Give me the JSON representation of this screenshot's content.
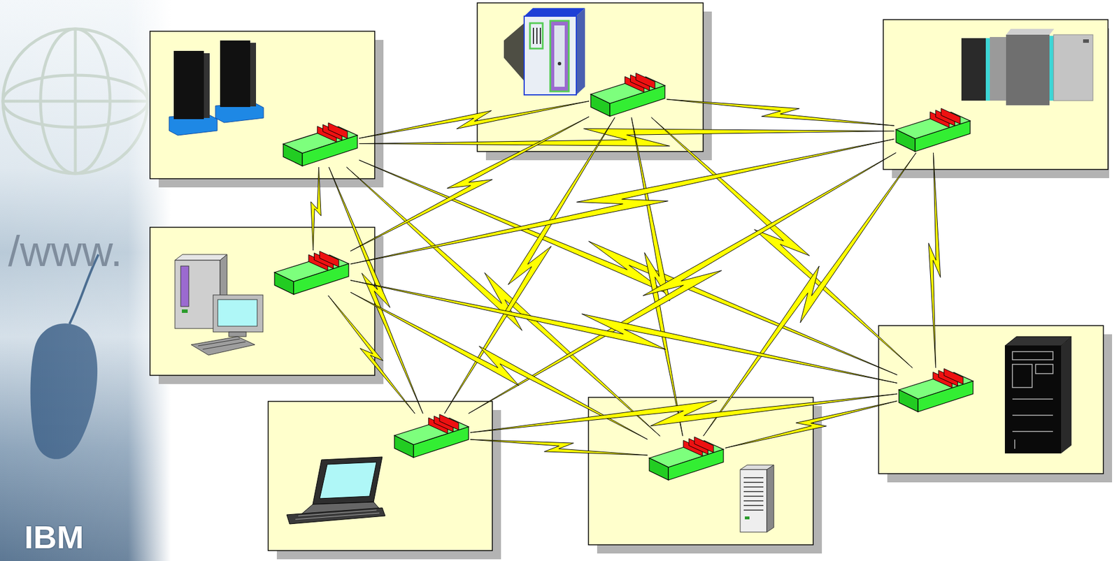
{
  "diagram": {
    "nodes": [
      {
        "text": []
      },
      {
        "text": []
      },
      {
        "text": []
      },
      {
        "text": []
      },
      {
        "text": []
      },
      {
        "text": []
      },
      {
        "text": []
      }
    ],
    "edges": [
      {
        "from": 0,
        "to": 1,
        "arrow": "none"
      },
      {
        "from": 0,
        "to": 2,
        "arrow": "none"
      },
      {
        "from": 0,
        "to": 3,
        "arrow": "none"
      },
      {
        "from": 0,
        "to": 4,
        "arrow": "none"
      },
      {
        "from": 0,
        "to": 5,
        "arrow": "none"
      },
      {
        "from": 0,
        "to": 6,
        "arrow": "none"
      },
      {
        "from": 1,
        "to": 2,
        "arrow": "none"
      },
      {
        "from": 1,
        "to": 3,
        "arrow": "none"
      },
      {
        "from": 1,
        "to": 4,
        "arrow": "none"
      },
      {
        "from": 1,
        "to": 5,
        "arrow": "none"
      },
      {
        "from": 1,
        "to": 6,
        "arrow": "none"
      },
      {
        "from": 2,
        "to": 3,
        "arrow": "none"
      },
      {
        "from": 2,
        "to": 4,
        "arrow": "none"
      },
      {
        "from": 2,
        "to": 5,
        "arrow": "none"
      },
      {
        "from": 2,
        "to": 6,
        "arrow": "none"
      },
      {
        "from": 3,
        "to": 4,
        "arrow": "none"
      },
      {
        "from": 3,
        "to": 5,
        "arrow": "none"
      },
      {
        "from": 3,
        "to": 6,
        "arrow": "none"
      },
      {
        "from": 4,
        "to": 5,
        "arrow": "none"
      },
      {
        "from": 4,
        "to": 6,
        "arrow": "none"
      },
      {
        "from": 5,
        "to": 6,
        "arrow": "none"
      }
    ],
    "labels": [
      "/www.",
      "IBM"
    ]
  }
}
